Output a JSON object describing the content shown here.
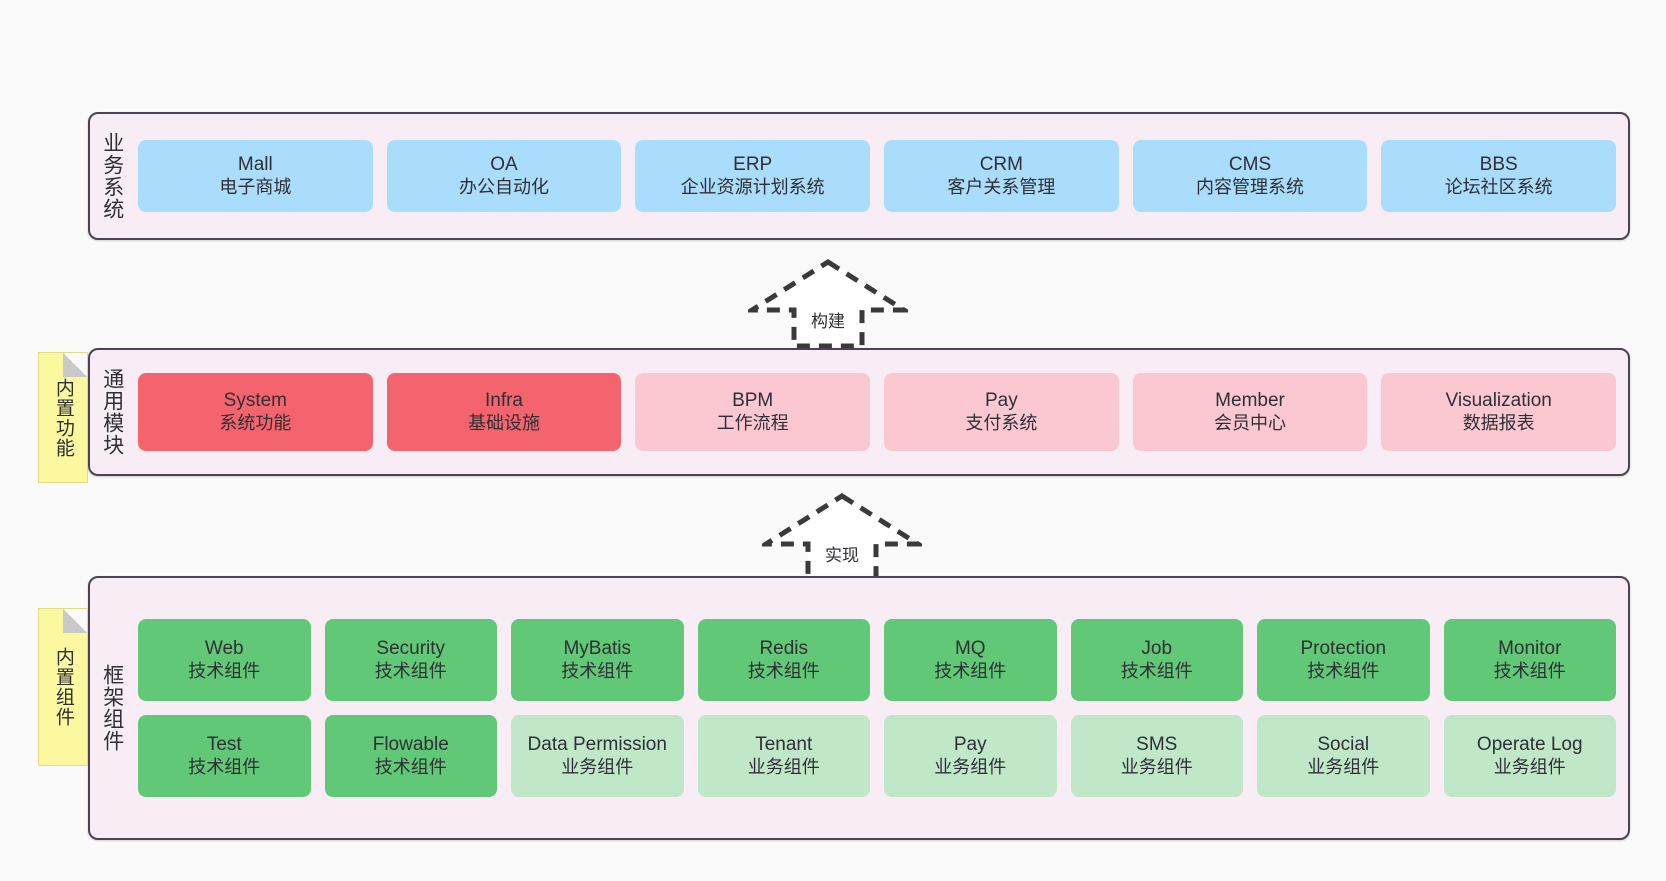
{
  "diagram": {
    "title": "ruoyi-vue-pro architecture layers",
    "colors": {
      "canvas_bg": "#fafafa",
      "layer_bg": "#f8ecf5",
      "layer_border": "#4c4352",
      "business_cell": "#aadcfb",
      "module_active": "#f4646e",
      "module_inactive": "#fbc8d2",
      "tech_component": "#61c877",
      "biz_component": "#bfe7c8",
      "note_bg": "#fbf8a0"
    }
  },
  "layers": [
    {
      "id": "business",
      "title": "业务系统",
      "cells": [
        {
          "name": "Mall",
          "desc": "电子商城"
        },
        {
          "name": "OA",
          "desc": "办公自动化"
        },
        {
          "name": "ERP",
          "desc": "企业资源计划系统"
        },
        {
          "name": "CRM",
          "desc": "客户关系管理"
        },
        {
          "name": "CMS",
          "desc": "内容管理系统"
        },
        {
          "name": "BBS",
          "desc": "论坛社区系统"
        }
      ]
    },
    {
      "id": "common",
      "title": "通用模块",
      "note": "内置功能",
      "cells": [
        {
          "name": "System",
          "desc": "系统功能"
        },
        {
          "name": "Infra",
          "desc": "基础设施"
        },
        {
          "name": "BPM",
          "desc": "工作流程"
        },
        {
          "name": "Pay",
          "desc": "支付系统"
        },
        {
          "name": "Member",
          "desc": "会员中心"
        },
        {
          "name": "Visualization",
          "desc": "数据报表"
        }
      ]
    },
    {
      "id": "frame",
      "title": "框架组件",
      "note": "内置组件",
      "row1": [
        {
          "name": "Web",
          "desc": "技术组件"
        },
        {
          "name": "Security",
          "desc": "技术组件"
        },
        {
          "name": "MyBatis",
          "desc": "技术组件"
        },
        {
          "name": "Redis",
          "desc": "技术组件"
        },
        {
          "name": "MQ",
          "desc": "技术组件"
        },
        {
          "name": "Job",
          "desc": "技术组件"
        },
        {
          "name": "Protection",
          "desc": "技术组件"
        },
        {
          "name": "Monitor",
          "desc": "技术组件"
        }
      ],
      "row2": [
        {
          "name": "Test",
          "desc": "技术组件"
        },
        {
          "name": "Flowable",
          "desc": "技术组件"
        },
        {
          "name": "Data Permission",
          "desc": "业务组件"
        },
        {
          "name": "Tenant",
          "desc": "业务组件"
        },
        {
          "name": "Pay",
          "desc": "业务组件"
        },
        {
          "name": "SMS",
          "desc": "业务组件"
        },
        {
          "name": "Social",
          "desc": "业务组件"
        },
        {
          "name": "Operate Log",
          "desc": "业务组件"
        }
      ]
    }
  ],
  "arrows": [
    {
      "id": "build",
      "label": "构建"
    },
    {
      "id": "realize",
      "label": "实现"
    }
  ]
}
